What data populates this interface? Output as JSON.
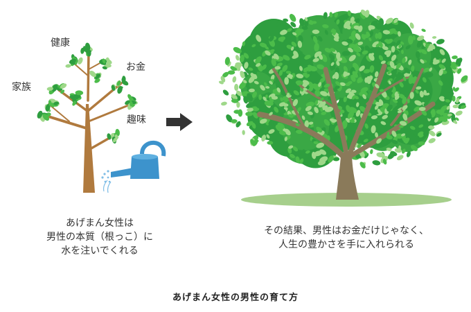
{
  "small_tree": {
    "labels": {
      "health": "健康",
      "money": "お金",
      "family": "家族",
      "hobby": "趣味"
    },
    "caption_lines": [
      "あげまん女性は",
      "男性の本質（根っこ）に",
      "水を注いでくれる"
    ]
  },
  "big_tree": {
    "caption_lines": [
      "その結果、男性はお金だけじゃなく、",
      "人生の豊かさを手に入れられる"
    ]
  },
  "footer_title": "あげまん女性の男性の育て方",
  "colors": {
    "trunk_small": "#b07a3e",
    "trunk_big": "#8a7a5a",
    "leaf_dark": "#2e9e3f",
    "leaf_mid": "#4cbc4a",
    "leaf_light": "#9fd88a",
    "can": "#3d93cc",
    "arrow": "#333333",
    "ground": "#a6cf8c"
  }
}
